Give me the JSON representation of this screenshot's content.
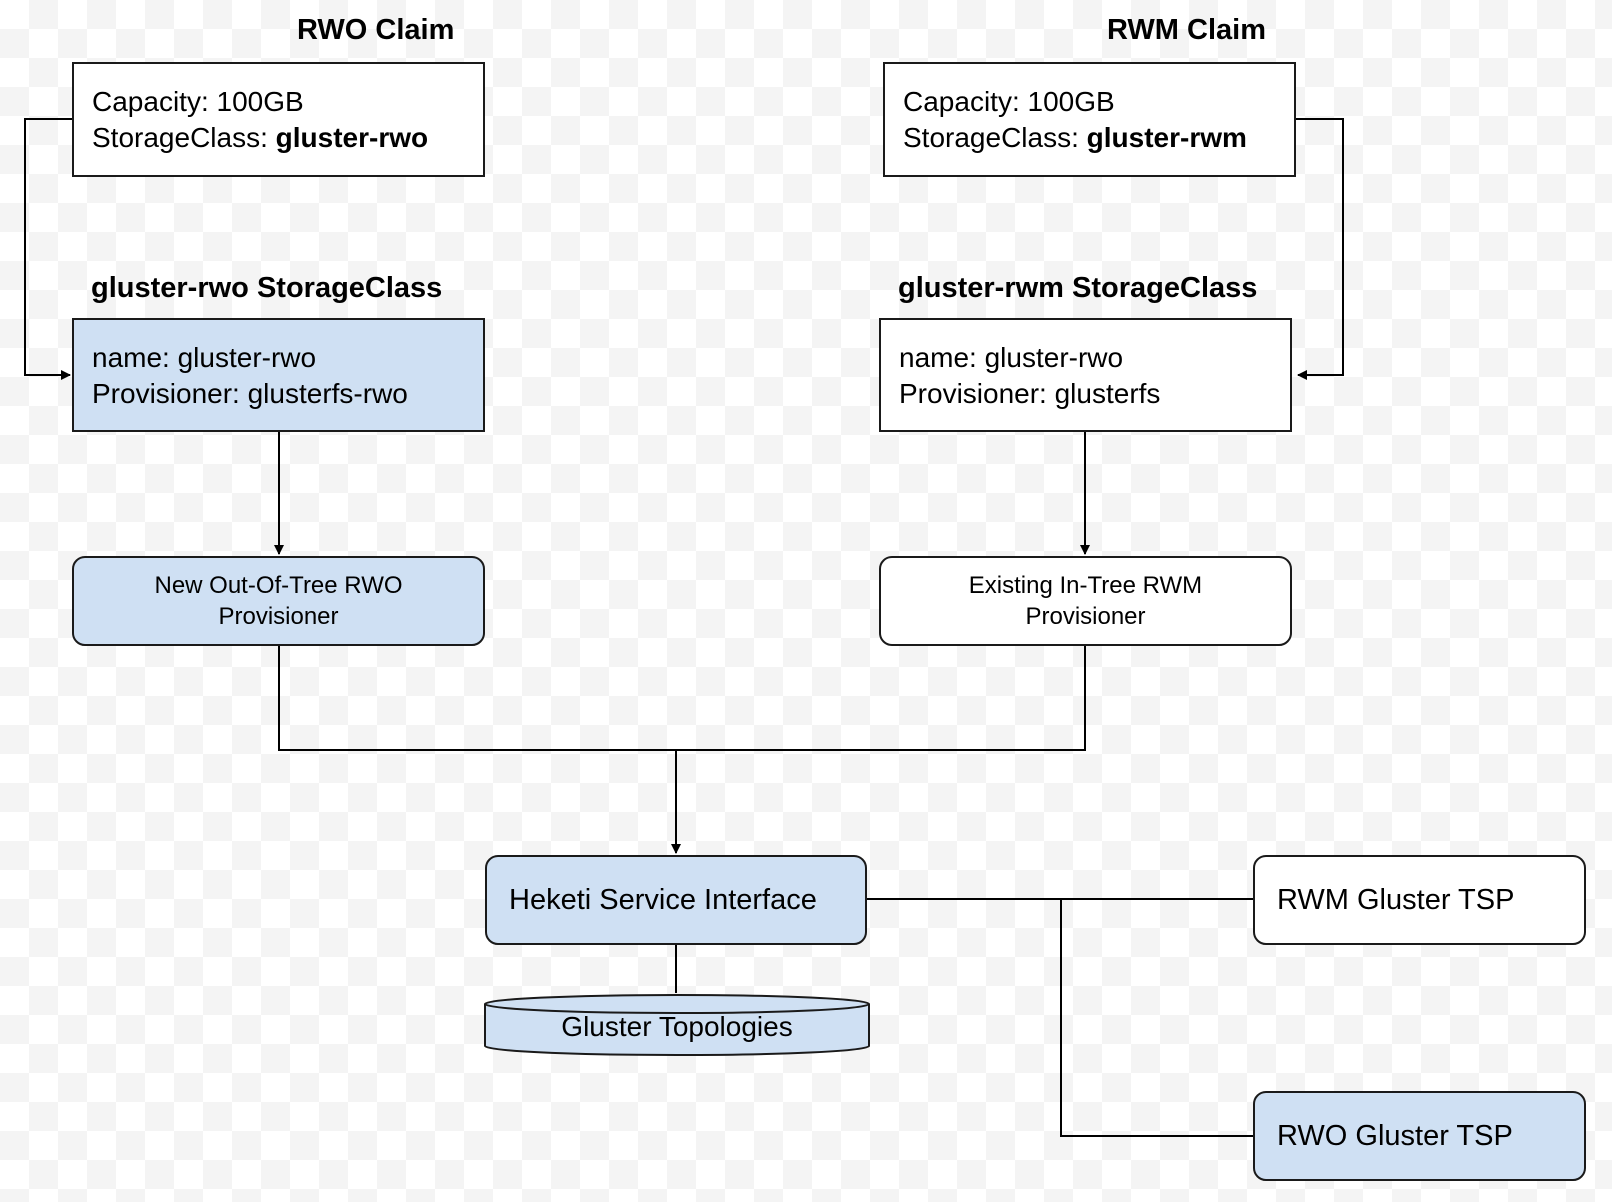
{
  "rwo_claim": {
    "title": "RWO Claim",
    "capacity": "Capacity: 100GB",
    "storageclass_label": "StorageClass: ",
    "storageclass_value": "gluster-rwo"
  },
  "rwm_claim": {
    "title": "RWM Claim",
    "capacity": "Capacity: 100GB",
    "storageclass_label": "StorageClass: ",
    "storageclass_value": "gluster-rwm"
  },
  "rwo_storageclass": {
    "title": "gluster-rwo StorageClass",
    "name": "name: gluster-rwo",
    "provisioner": "Provisioner: glusterfs-rwo"
  },
  "rwm_storageclass": {
    "title": "gluster-rwm StorageClass",
    "name": "name: gluster-rwo",
    "provisioner": "Provisioner: glusterfs"
  },
  "rwo_provisioner": {
    "line1": "New Out-Of-Tree RWO",
    "line2": "Provisioner"
  },
  "rwm_provisioner": {
    "line1": "Existing In-Tree RWM",
    "line2": "Provisioner"
  },
  "heketi": {
    "label": "Heketi Service Interface"
  },
  "topologies": {
    "label": "Gluster Topologies"
  },
  "rwm_tsp": {
    "label": "RWM Gluster TSP"
  },
  "rwo_tsp": {
    "label": "RWO Gluster TSP"
  },
  "colors": {
    "blue_fill": "#cfe0f3",
    "stroke": "#1a1a1a",
    "white_fill": "#ffffff"
  }
}
